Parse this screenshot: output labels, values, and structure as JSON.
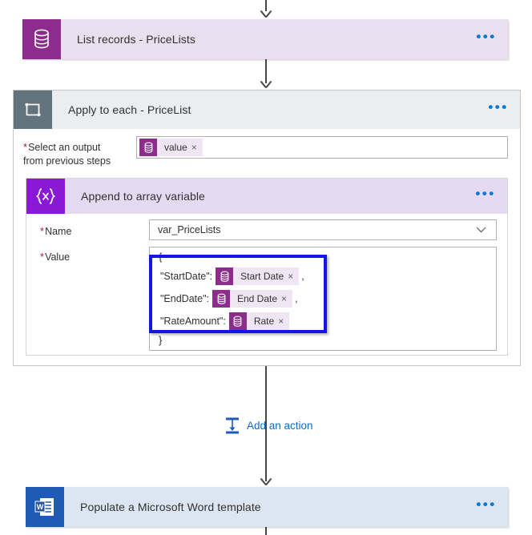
{
  "flow": {
    "connectors": [
      {
        "name": "connector-top-to-list-records"
      },
      {
        "name": "connector-list-records-to-apply-to-each"
      },
      {
        "name": "connector-apply-to-each-to-word"
      },
      {
        "name": "connector-word-bottom"
      }
    ],
    "list_records": {
      "title": "List records - PriceLists",
      "icon": "dataverse-database-icon",
      "menu": "•••",
      "header_color": "#e9dfee",
      "icon_color": "#8c2d8e"
    },
    "apply_to_each": {
      "title": "Apply to each - PriceList",
      "icon": "loop-foreach-icon",
      "menu": "•••",
      "header_color": "#eaeef0",
      "icon_color": "#62737d",
      "select_output": {
        "label_line1": "Select an output",
        "label_line2": "from previous steps",
        "required_marker": "*",
        "token": {
          "label": "value",
          "remove": "×",
          "icon": "dataverse-database-icon"
        }
      },
      "append_to_array": {
        "title": "Append to array variable",
        "icon": "variable-braces-icon",
        "menu": "•••",
        "header_color": "#e6d9f2",
        "icon_color": "#8a19d6",
        "name_field": {
          "label": "Name",
          "required_marker": "*",
          "value": "var_PriceLists",
          "chevron": "chevron-down-icon"
        },
        "value_field": {
          "label": "Value",
          "required_marker": "*",
          "open_brace": "{",
          "close_brace": "}",
          "highlight_color": "#1414e6",
          "rows": [
            {
              "key": "\"StartDate\":",
              "token_label": "Start Date",
              "remove": "×",
              "trailing": ","
            },
            {
              "key": "\"EndDate\":",
              "token_label": "End Date",
              "remove": "×",
              "trailing": ","
            },
            {
              "key": "\"RateAmount\":",
              "token_label": "Rate",
              "remove": "×",
              "trailing": ""
            }
          ]
        }
      },
      "add_action": {
        "label": "Add an action",
        "icon": "add-action-insert-icon",
        "color": "#0f6cbd"
      }
    },
    "word_template": {
      "title": "Populate a Microsoft Word template",
      "icon": "microsoft-word-icon",
      "menu": "•••",
      "header_color": "#dce5f2",
      "icon_color": "#1f5bb6"
    }
  }
}
